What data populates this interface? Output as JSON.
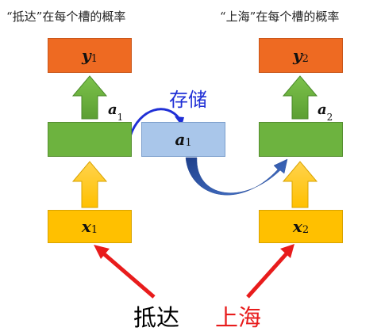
{
  "captions": {
    "left": "“抵达”在每个槽的概率",
    "right": "“上海”在每个槽的概率"
  },
  "nodes": {
    "y1": {
      "symbol": "y",
      "index": "1"
    },
    "y2": {
      "symbol": "y",
      "index": "2"
    },
    "a1_label": {
      "symbol": "a",
      "index": "1"
    },
    "a2_label": {
      "symbol": "a",
      "index": "2"
    },
    "a1_memory": {
      "symbol": "a",
      "index": "1"
    },
    "x1": {
      "symbol": "x",
      "index": "1"
    },
    "x2": {
      "symbol": "x",
      "index": "2"
    }
  },
  "memory_label": "存储",
  "words": {
    "left": "抵达",
    "right": "上海"
  },
  "colors": {
    "output": "#ee6a22",
    "hidden": "#6db33f",
    "memory": "#a9c6ea",
    "input": "#ffc000",
    "store_arrow": "#1f2fd6",
    "word_left": "#000000",
    "word_right": "#e81c1c",
    "pointer_arrows": "#e81c1c"
  }
}
